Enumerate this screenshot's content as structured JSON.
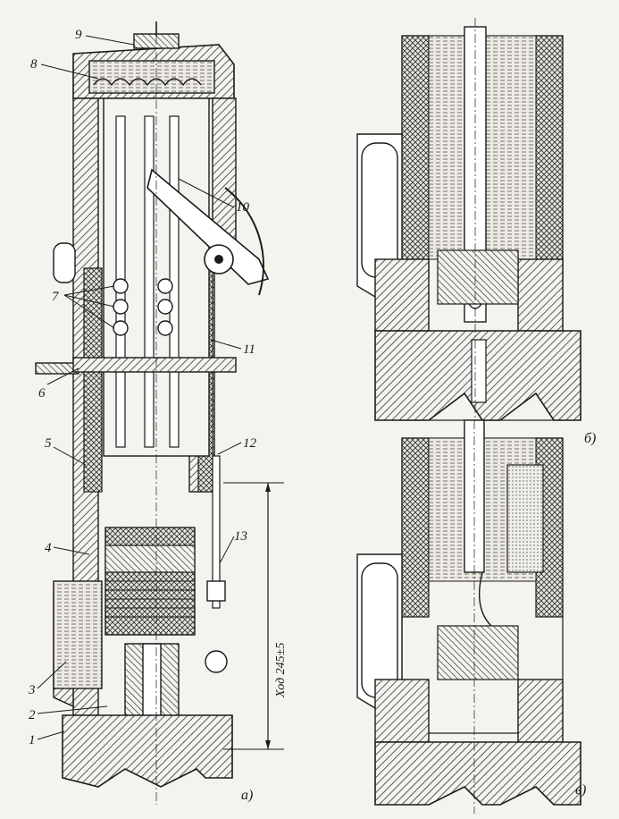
{
  "figure": {
    "part_labels": [
      "1",
      "2",
      "3",
      "4",
      "5",
      "6",
      "7",
      "8",
      "9",
      "10",
      "11",
      "12",
      "13"
    ],
    "stroke_dimension": "Ход 245±5",
    "view_captions": {
      "a": "а)",
      "b": "б)",
      "c": "в)"
    },
    "colors": {
      "line": "#1a1a1a",
      "hatch": "#3a3a3a",
      "liquid": "#9aa0a0",
      "paper": "#f4f3ee"
    }
  }
}
